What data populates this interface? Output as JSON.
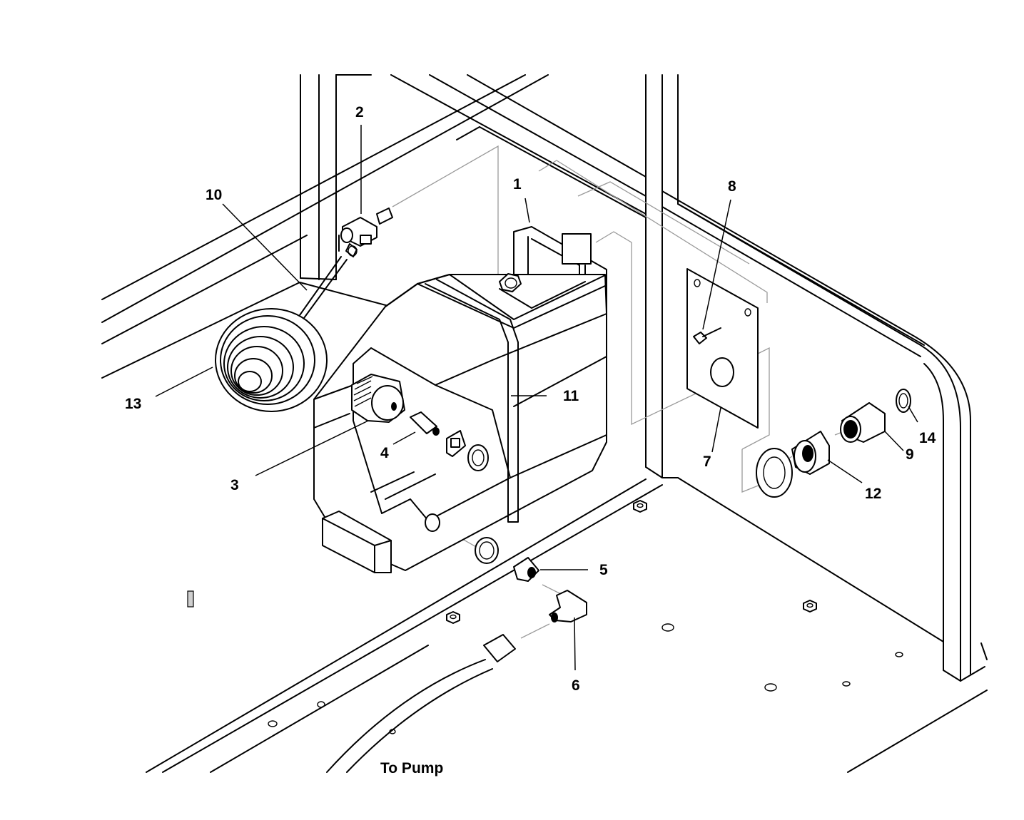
{
  "callouts": [
    {
      "id": "1",
      "text": "1"
    },
    {
      "id": "2",
      "text": "2"
    },
    {
      "id": "3",
      "text": "3"
    },
    {
      "id": "4",
      "text": "4"
    },
    {
      "id": "5",
      "text": "5"
    },
    {
      "id": "6",
      "text": "6"
    },
    {
      "id": "7",
      "text": "7"
    },
    {
      "id": "8",
      "text": "8"
    },
    {
      "id": "9",
      "text": "9"
    },
    {
      "id": "10",
      "text": "10"
    },
    {
      "id": "11",
      "text": "11"
    },
    {
      "id": "12",
      "text": "12"
    },
    {
      "id": "13",
      "text": "13"
    },
    {
      "id": "14",
      "text": "14"
    }
  ],
  "caption": "To Pump"
}
